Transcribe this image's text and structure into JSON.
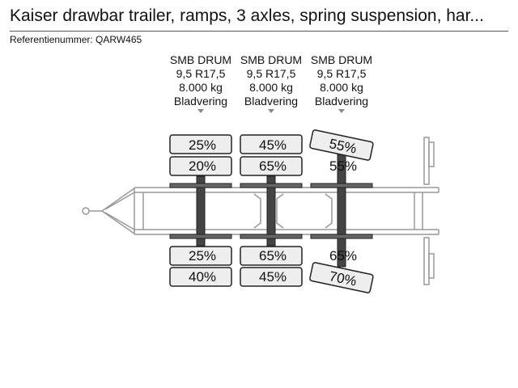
{
  "title": "Kaiser drawbar trailer, ramps, 3 axles, spring suspension, har...",
  "reference": "Referentienummer: QARW465",
  "axles": [
    {
      "tyre": "SMB DRUM",
      "size": "9,5 R17,5",
      "load": "8.000 kg",
      "suspension": "Bladvering"
    },
    {
      "tyre": "SMB DRUM",
      "size": "9,5 R17,5",
      "load": "8.000 kg",
      "suspension": "Bladvering"
    },
    {
      "tyre": "SMB DRUM",
      "size": "9,5 R17,5",
      "load": "8.000 kg",
      "suspension": "Bladvering"
    }
  ],
  "tyres": {
    "left_outer": [
      "25%",
      "45%",
      "55%"
    ],
    "left_inner": [
      "20%",
      "65%",
      "55%"
    ],
    "right_inner": [
      "25%",
      "65%",
      "65%"
    ],
    "right_outer": [
      "40%",
      "45%",
      "70%"
    ]
  },
  "colors": {
    "tyre_fill": "#eeeeee",
    "outline": "#222222",
    "axle": "#444444",
    "frame": "#999999"
  }
}
